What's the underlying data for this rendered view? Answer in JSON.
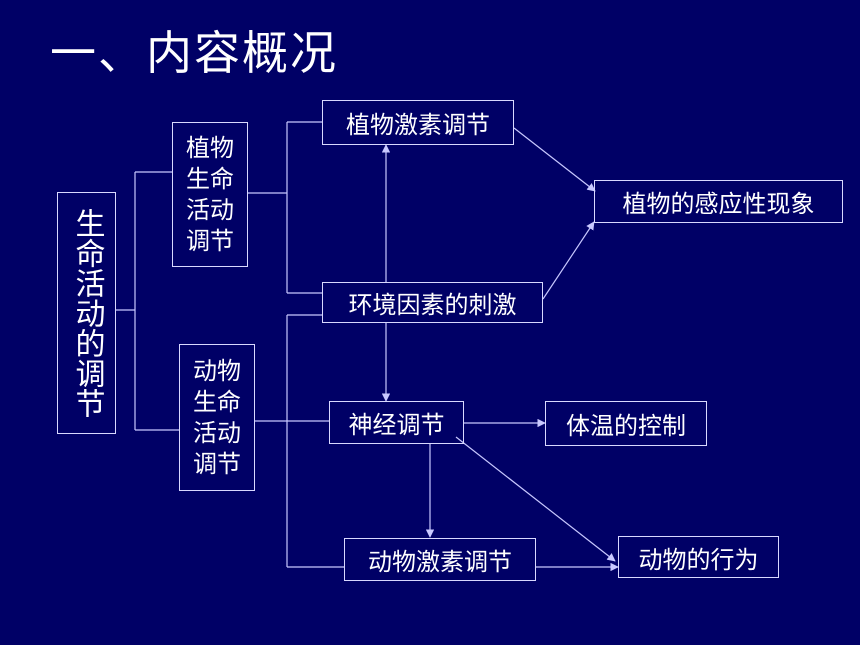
{
  "title": "一、内容概况",
  "nodes": {
    "root": "生命活动的调节",
    "plant_regulation": "植物生命活动调节",
    "animal_regulation": "动物生命活动调节",
    "plant_hormone": "植物激素调节",
    "environment": "环境因素的刺激",
    "plant_response": "植物的感应性现象",
    "nerve": "神经调节",
    "body_temp": "体温的控制",
    "animal_hormone": "动物激素调节",
    "animal_behavior": "动物的行为"
  },
  "colors": {
    "background": "#000066",
    "text": "#ffffff",
    "line": "#c8c8ff"
  }
}
